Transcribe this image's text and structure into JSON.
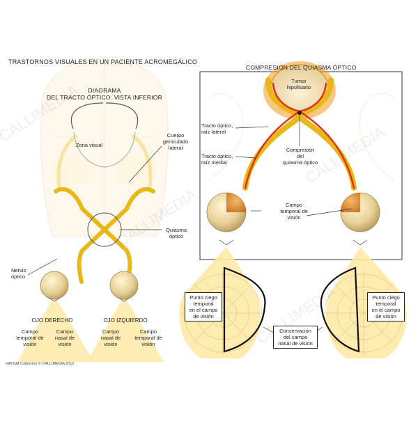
{
  "titles": {
    "main": "TRASTORNOS VISUALES EN UN PACIENTE ACROMEGÁLICO",
    "diagram": "DIAGRAMA\nDEL TRACTO ÓPTICO: VISTA INFERIOR",
    "compression": "COMPRESIÓN DEL QUIASMA ÓPTICO"
  },
  "left_labels": {
    "visual_zone": "Zona visual",
    "geniculate": "Cuerpo\ngeniculado\nlateral",
    "chiasm": "Quiasma\nóptico",
    "optic_nerve": "Nervio\nóptico",
    "right_eye": "OJO DERECHO",
    "left_eye": "OJO IZQUIERDO",
    "temporal_field_1": "Campo\ntemporal de\nvisión",
    "nasal_field_1": "Campo\nnasal de\nvisión",
    "nasal_field_2": "Campo\nnasal de\nvisión",
    "temporal_field_2": "Campo\ntemporal de\nvisión"
  },
  "right_labels": {
    "tumor": "Tumor\nhipofisario",
    "tract_lateral": "Tracto óptico,\nraíz lateral",
    "tract_medial": "Tracto óptico,\nraíz medial",
    "chiasm_compression": "Compresión\ndel\nquiasma óptico",
    "temporal_field": "Campo\ntemporal de\nvisión",
    "blind_spot_left": "Punto ciego\ntemporal\nen el campo\nde visión",
    "blind_spot_right": "Punto ciego\ntemporal\nen el campo\nde visión",
    "conservation": "Conservación\ndel campo\nnasal de visión"
  },
  "watermark": "CALLIMEDIA",
  "credit": "NATGM Collection © CALLIMEDIA 2012",
  "colors": {
    "nerve": "#e8b718",
    "nerve_dark": "#c98a10",
    "field": "#fde9a6",
    "tumor": "#f3ddb0",
    "compression": "#e0301e",
    "orange": "#f39a1e",
    "frame": "#333333"
  }
}
